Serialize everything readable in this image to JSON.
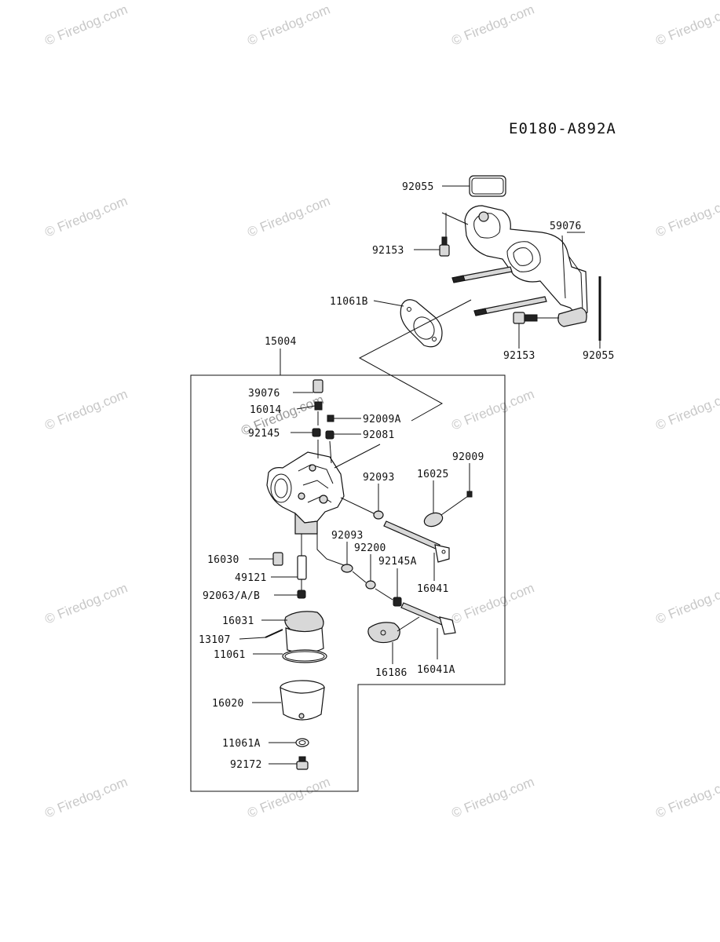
{
  "diagram_code": "E0180-A892A",
  "watermark": "© Firedog.com",
  "assembly_label": "15004",
  "labels": {
    "l_92055_top": "92055",
    "l_59076": "59076",
    "l_92153_a": "92153",
    "l_11061B": "11061B",
    "l_92153_b": "92153",
    "l_92055_side": "92055",
    "l_39076": "39076",
    "l_16014": "16014",
    "l_92009A": "92009A",
    "l_92145": "92145",
    "l_92081": "92081",
    "l_92009": "92009",
    "l_92093_a": "92093",
    "l_16025": "16025",
    "l_16030": "16030",
    "l_92093_b": "92093",
    "l_92200": "92200",
    "l_92145A": "92145A",
    "l_49121": "49121",
    "l_16041": "16041",
    "l_92063": "92063/A/B",
    "l_16031": "16031",
    "l_13107": "13107",
    "l_11061": "11061",
    "l_16186": "16186",
    "l_16041A": "16041A",
    "l_16020": "16020",
    "l_11061A": "11061A",
    "l_92172": "92172"
  }
}
